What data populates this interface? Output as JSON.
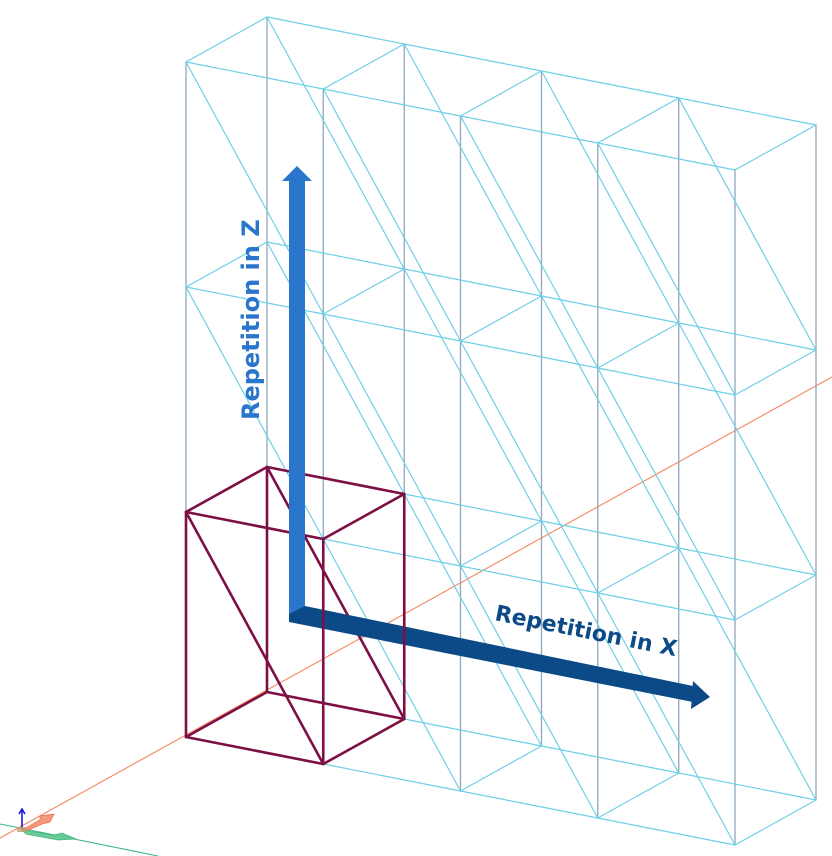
{
  "viewport": {
    "background": "#ffffff",
    "view": "3D isometric wireframe"
  },
  "colors": {
    "grid_vertical": "#8ea8bb",
    "grid_edge": "#6ed0e6",
    "highlight_cell": "#7d0f45",
    "axis_x_line": "#f4875f",
    "axis_y_line": "#3cb883",
    "arrow_z": "#2a76cd",
    "arrow_x": "#0b4a87",
    "gizmo_z": "#1a1adf",
    "gizmo_x": "#f06040",
    "gizmo_y": "#30b070"
  },
  "grid": {
    "columns": 4,
    "tiers": 3,
    "origin_front": [
      186,
      62
    ],
    "col_step": [
      137.25,
      27
    ],
    "tier_step": 225,
    "depth_offset": [
      81,
      -45
    ]
  },
  "highlight": {
    "column": 0,
    "tier": 2,
    "name": "base-cell"
  },
  "annotations": {
    "z_arrow_label": "Repetition in Z",
    "x_arrow_label": "Repetition in X"
  },
  "axis_gizmo": {
    "origin": [
      22,
      829
    ],
    "axes": [
      "X",
      "Y",
      "Z"
    ]
  }
}
